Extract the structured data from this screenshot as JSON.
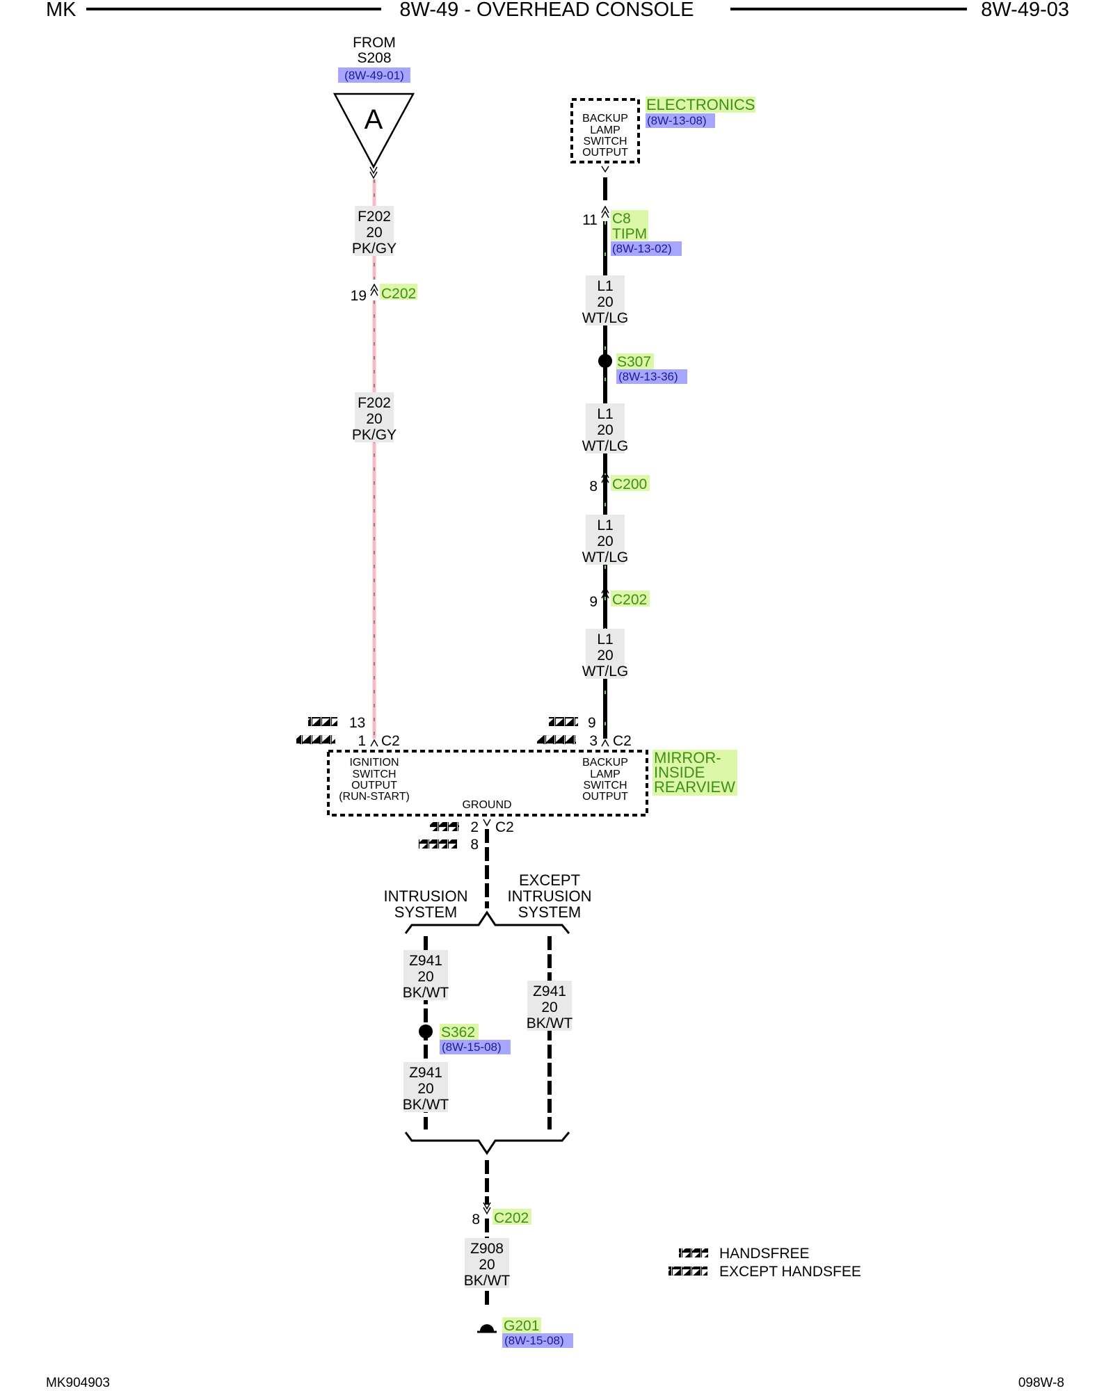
{
  "header": {
    "left": "MK",
    "title": "8W-49 - OVERHEAD CONSOLE",
    "right": "8W-49-03"
  },
  "footer": {
    "left": "MK904903",
    "right": "098W-8"
  },
  "colors": {
    "highlight_green": "#dcf7a8",
    "highlight_blue": "#a6a6ff",
    "label_green_text": "#3f8f14",
    "label_blue_text": "#1a1a99",
    "wire_pk_gy": "#f7b9c3",
    "wire_wt_lg": "#000000",
    "wire_bk_wt": "#000000",
    "wire_label_bg": "#e9e9e9"
  },
  "from_source": {
    "line1": "FROM",
    "line2": "S208",
    "ref": "(8W-49-01)",
    "connector_letter": "A"
  },
  "electronics": {
    "box_lines": [
      "BACKUP",
      "LAMP",
      "SWITCH",
      "OUTPUT"
    ],
    "label": "ELECTRONICS",
    "ref": "(8W-13-08)"
  },
  "left_wire": {
    "circuit": "F202",
    "gauge": "20",
    "color": "PK/GY",
    "connector_c202": {
      "pin": "19",
      "name": "C202"
    }
  },
  "right_wire": {
    "circuit": "L1",
    "gauge": "20",
    "color": "WT/LG",
    "c8": {
      "pin": "11",
      "name": "C8",
      "name2": "TIPM",
      "ref": "(8W-13-02)"
    },
    "s307": {
      "name": "S307",
      "ref": "(8W-13-36)"
    },
    "c200": {
      "pin": "8",
      "name": "C200"
    },
    "c202": {
      "pin": "9",
      "name": "C202"
    }
  },
  "mirror": {
    "label_lines": [
      "MIRROR-",
      "INSIDE",
      "REARVIEW"
    ],
    "left_pin_handsfree": "13",
    "left_pin_except": "1",
    "left_connector": "C2",
    "left_box_lines": [
      "IGNITION",
      "SWITCH",
      "OUTPUT",
      "(RUN-START)"
    ],
    "right_pin_handsfree": "9",
    "right_pin_except": "3",
    "right_connector": "C2",
    "right_box_lines": [
      "BACKUP",
      "LAMP",
      "SWITCH",
      "OUTPUT"
    ],
    "ground_label": "GROUND",
    "ground_pin_handsfree": "2",
    "ground_pin_except": "8",
    "ground_connector": "C2"
  },
  "branches": {
    "intrusion_lines": [
      "INTRUSION",
      "SYSTEM"
    ],
    "except_lines": [
      "EXCEPT",
      "INTRUSION",
      "SYSTEM"
    ],
    "wire_circuit": "Z941",
    "wire_gauge": "20",
    "wire_color": "BK/WT",
    "splice": {
      "name": "S362",
      "ref": "(8W-15-08)"
    }
  },
  "ground_path": {
    "c202": {
      "pin": "8",
      "name": "C202"
    },
    "wire_circuit": "Z908",
    "wire_gauge": "20",
    "wire_color": "BK/WT",
    "ground": {
      "name": "G201",
      "ref": "(8W-15-08)"
    }
  },
  "legend": {
    "handsfree": "HANDSFREE",
    "except_handsfree": "EXCEPT HANDSFEE"
  }
}
